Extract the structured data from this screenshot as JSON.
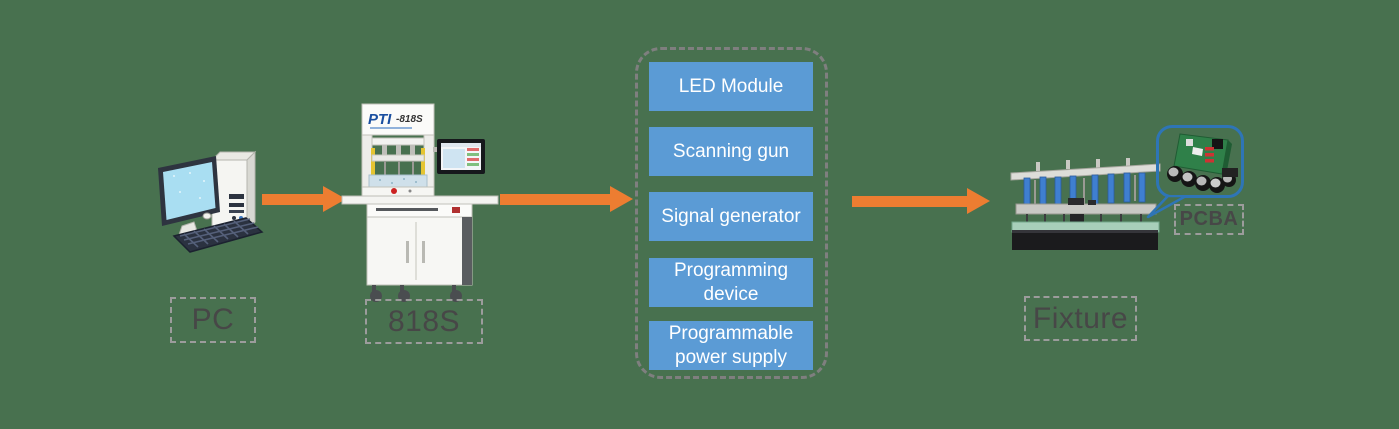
{
  "colors": {
    "background": "#48714F",
    "arrow_orange": "#ED7D31",
    "panel_blue": "#5B9BD5",
    "bubble_border_blue": "#2E75B6",
    "label_text_gray": "#474747",
    "dashed_border_gray": "#9C9C9C",
    "container_dash_gray": "#7F7F7F"
  },
  "pc": {
    "label": "PC"
  },
  "tester": {
    "label": "818S",
    "brand": "PTI",
    "model": "-818S"
  },
  "peripherals": {
    "items": [
      "LED Module",
      "Scanning gun",
      "Signal generator",
      "Programming device",
      "Programmable power supply"
    ]
  },
  "fixture": {
    "label": "Fixture"
  },
  "pcba": {
    "label": "PCBA"
  },
  "icons": {
    "pc": "desktop-computer-icon",
    "tester": "ict-test-machine-icon",
    "fixture": "test-fixture-icon",
    "pcba": "circuit-board-icon"
  }
}
